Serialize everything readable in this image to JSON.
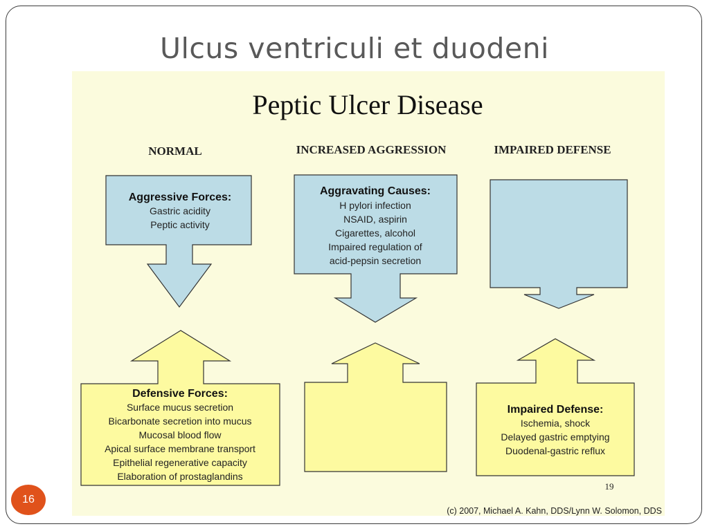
{
  "slide": {
    "title": "Ulcus ventriculi et duodeni",
    "page_number": "16"
  },
  "diagram": {
    "title": "Peptic Ulcer Disease",
    "columns": [
      "NORMAL",
      "INCREASED AGGRESSION",
      "IMPAIRED DEFENSE"
    ],
    "aggressive_title": "Aggressive Forces:",
    "aggressive_items": [
      "Gastric acidity",
      "Peptic activity"
    ],
    "aggravating_title": "Aggravating Causes:",
    "aggravating_items": [
      "H pylori infection",
      "NSAID, aspirin",
      "Cigarettes, alcohol",
      "Impaired regulation of",
      "acid-pepsin secretion"
    ],
    "defensive_title": "Defensive Forces:",
    "defensive_items": [
      "Surface mucus secretion",
      "Bicarbonate secretion into mucus",
      "Mucosal blood flow",
      "Apical surface membrane transport",
      "Epithelial regenerative capacity",
      "Elaboration of prostaglandins"
    ],
    "impaired_title": "Impaired Defense:",
    "impaired_items": [
      "Ischemia, shock",
      "Delayed gastric emptying",
      "Duodenal-gastric reflux"
    ],
    "source_page": "19",
    "copyright": "(c) 2007, Michael A. Kahn, DDS/Lynn W. Solomon, DDS"
  },
  "colors": {
    "panel_bg": "#fbfbdd",
    "blue_arrow": "#bcdce6",
    "yellow_arrow": "#fdfaa0",
    "page_badge": "#e0521b"
  }
}
